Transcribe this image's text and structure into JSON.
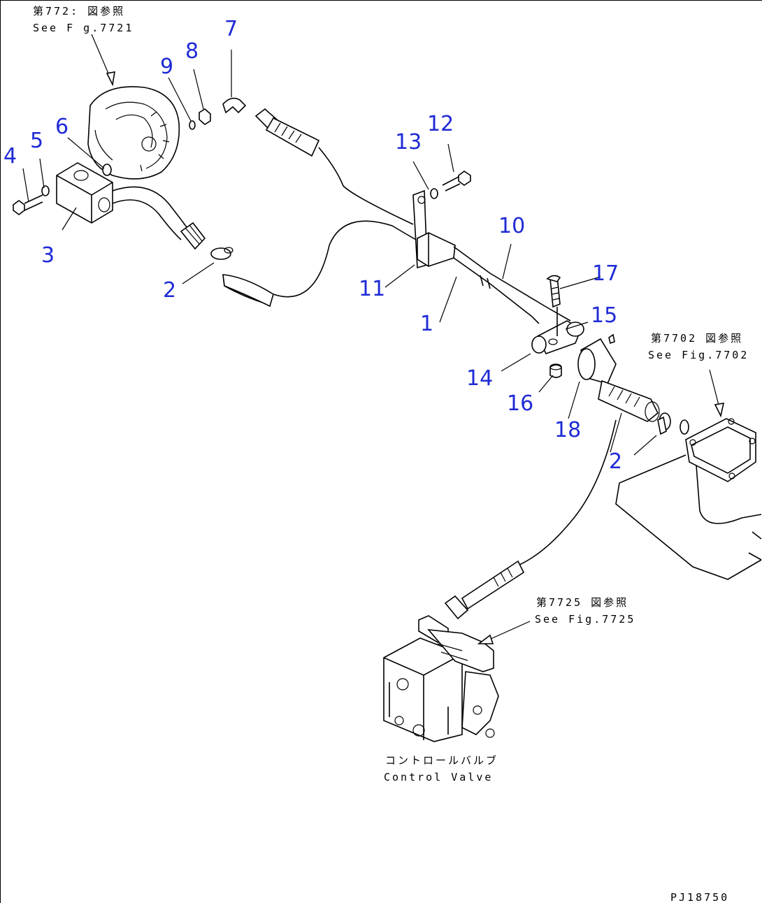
{
  "callouts": {
    "c1": "1",
    "c2a": "2",
    "c2b": "2",
    "c3": "3",
    "c4": "4",
    "c5": "5",
    "c6": "6",
    "c7": "7",
    "c8": "8",
    "c9": "9",
    "c10": "10",
    "c11": "11",
    "c12": "12",
    "c13": "13",
    "c14": "14",
    "c15": "15",
    "c16": "16",
    "c17": "17",
    "c18": "18"
  },
  "references": {
    "fig7721_jp": "第772: 図参照",
    "fig7721_en": "See F g.7721",
    "fig7702_jp": "第7702 図参照",
    "fig7702_en": "See Fig.7702",
    "fig7725_jp": "第7725 図参照",
    "fig7725_en": "See Fig.7725",
    "control_valve_jp": "コントロールバルブ",
    "control_valve_en": "Control Valve"
  },
  "drawing_id": "PJ18750",
  "colors": {
    "callout": "#1f2bd6",
    "line": "#000000",
    "background": "#ffffff"
  }
}
